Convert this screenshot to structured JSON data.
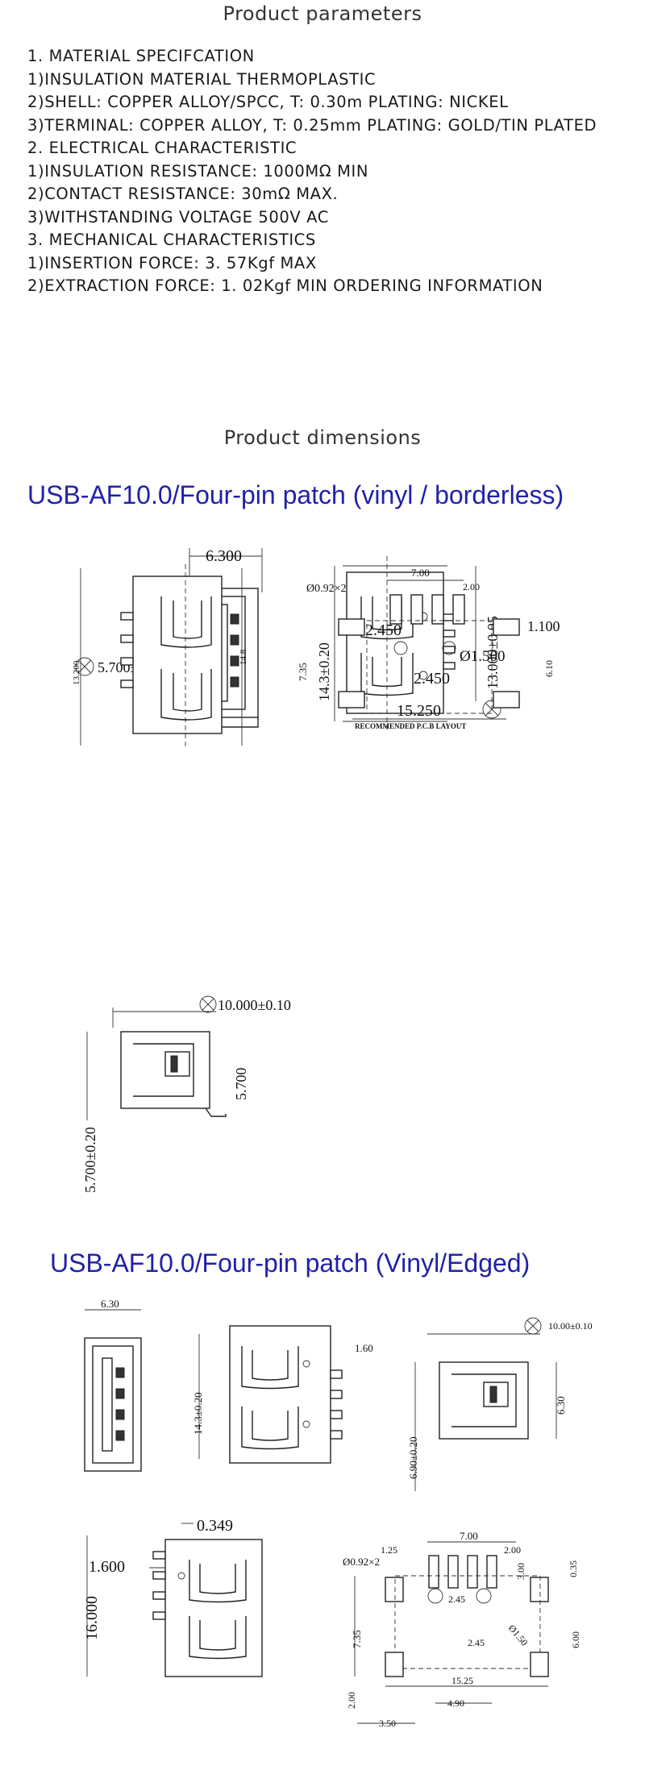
{
  "parameters": {
    "title": "Product parameters",
    "lines": [
      "1. MATERIAL SPECIFCATION",
      "1)INSULATION MATERIAL THERMOPLASTIC",
      "2)SHELL: COPPER ALLOY/SPCC, T: 0.30m PLATING: NICKEL",
      "3)TERMINAL: COPPER ALLOY, T: 0.25mm PLATING: GOLD/TIN PLATED",
      "2. ELECTRICAL CHARACTERISTIC",
      "1)INSULATION RESISTANCE: 1000MΩ MIN",
      "2)CONTACT RESISTANCE: 30mΩ MAX.",
      "3)WITHSTANDING VOLTAGE 500V AC",
      "3. MECHANICAL CHARACTERISTICS",
      "1)INSERTION FORCE: 3. 57Kgf MAX",
      "2)EXTRACTION FORCE: 1. 02Kgf MIN ORDERING INFORMATION"
    ]
  },
  "dimensions": {
    "title": "Product dimensions",
    "variant_a": {
      "heading": "USB-AF10.0/Four-pin patch (vinyl / borderless)",
      "dims": {
        "top_width": "6.300",
        "left_height": "5.700±0.05",
        "front_height": "14.3±0.20",
        "front_right": "13.000±0.05",
        "side_left": "13.200",
        "side_right": "14.8",
        "pcb_pitch": "7.00",
        "pcb_pad_w": "2.00",
        "pcb_hole": "Ø0.92×2",
        "pcb_a": "2.450",
        "pcb_pad_h": "1.100",
        "pcb_left": "7.35",
        "pcb_bigHole": "Ø1.500",
        "pcb_b": "2.450",
        "pcb_right": "6.10",
        "pcb_width": "15.250",
        "pcb_caption": "RECOMMENDED  P.C.B LAYOUT",
        "len_top": "10.000±0.10",
        "len_h": "5.700",
        "len_left": "5.700±0.20"
      }
    },
    "variant_b": {
      "heading": "USB-AF10.0/Four-pin patch (Vinyl/Edged)",
      "dims": {
        "top_width": "6.30",
        "front_h": "14.3±0.20",
        "front_r": "1.60",
        "side_top": "10.00±0.10",
        "side_r": "6.30",
        "side_l": "6.90±0.20",
        "bottom_top": "0.349",
        "bottom_l1": "1.600",
        "bottom_l2": "16.000",
        "pcb_pitch": "7.00",
        "pcb_a": "1.25",
        "pcb_b": "2.00",
        "pcb_hole": "Ø0.92×2",
        "pcb_c": "3.00",
        "pcb_d": "0.35",
        "pcb_e": "2.45",
        "pcb_f": "Ø1.50",
        "pcb_g": "7.35",
        "pcb_h": "2.45",
        "pcb_i": "6.00",
        "pcb_j": "15.25",
        "pcb_k": "2.00",
        "pcb_l": "4.90",
        "pcb_m": "3.50"
      }
    }
  }
}
